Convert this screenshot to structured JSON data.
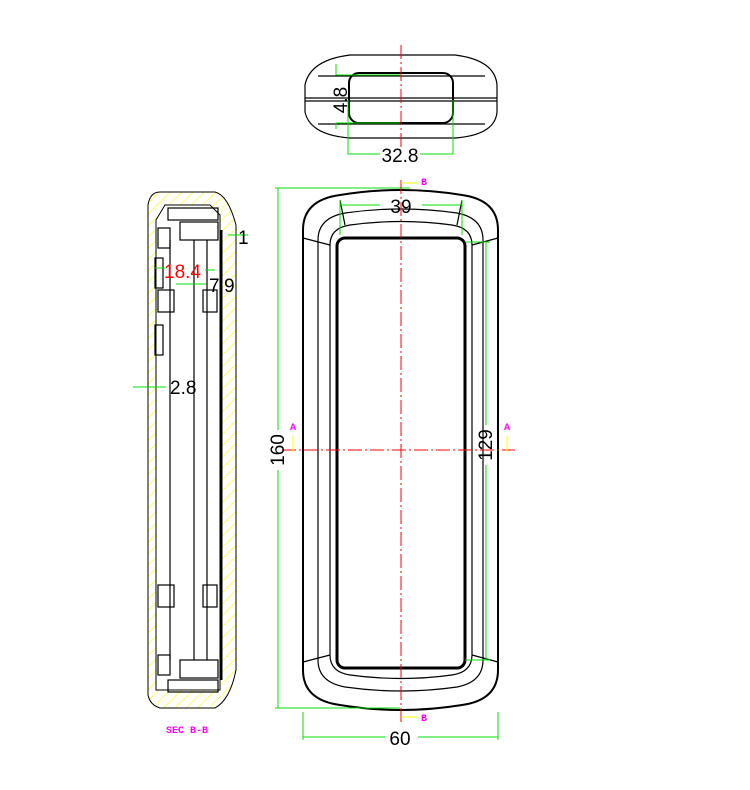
{
  "drawing": {
    "top_view": {
      "dim_width": "32.8",
      "dim_height": "4.8"
    },
    "front_view": {
      "dim_height": "160",
      "dim_width": "60",
      "dim_top": "39",
      "dim_screen": "129"
    },
    "section_view": {
      "dim_18_4": "18.4",
      "dim_7": "7",
      "dim_9": "9",
      "dim_1": "1",
      "dim_2_8": "2.8",
      "title": "SEC B-B"
    },
    "section_marks": {
      "a": "A",
      "b": "B"
    },
    "colors": {
      "outline": "#000000",
      "dimension": "#00e000",
      "centerline": "#ff0000",
      "hatch": "#ffff00",
      "section": "#ff00ff"
    }
  }
}
